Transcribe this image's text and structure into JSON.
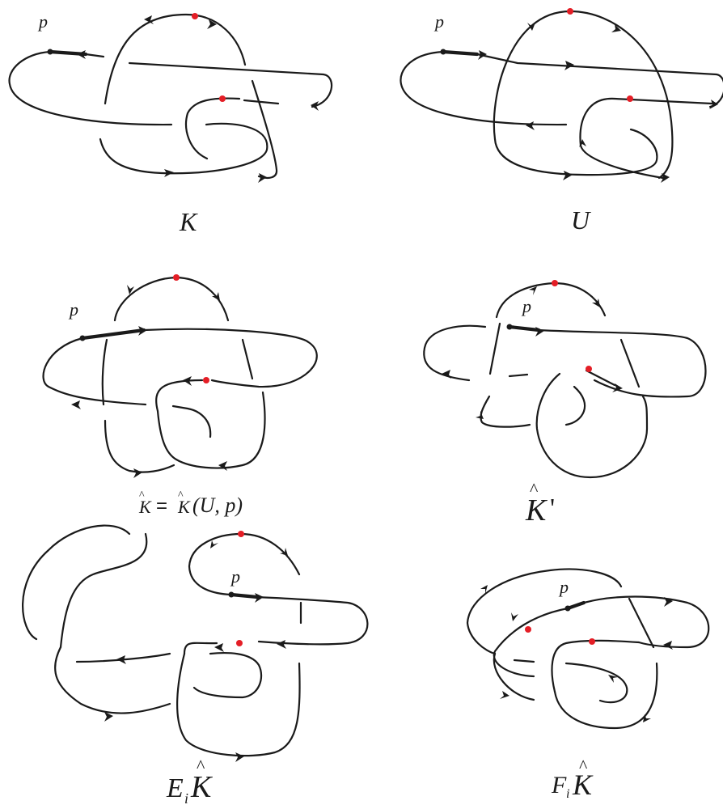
{
  "diagrams": [
    {
      "id": "K",
      "point_label": "p",
      "caption": "K"
    },
    {
      "id": "U",
      "point_label": "p",
      "caption": "U"
    },
    {
      "id": "K_hat",
      "point_label": "p",
      "caption_parts": {
        "lhs": "K",
        "equals": "=",
        "rhs": "K",
        "args": "(U, p)"
      }
    },
    {
      "id": "K_hat_prime",
      "point_label": "p",
      "caption_parts": {
        "main": "K",
        "prime": "'"
      }
    },
    {
      "id": "Ei_K_hat",
      "point_label": "p",
      "caption_parts": {
        "op": "E",
        "sub": "i",
        "main": "K"
      }
    },
    {
      "id": "Fi_K_hat",
      "point_label": "p",
      "caption_parts": {
        "op": "F",
        "sub": "i",
        "main": "K"
      }
    }
  ],
  "hat_symbol": "^",
  "colors": {
    "strand": "#1a1a1a",
    "marker": "#e41e26",
    "basepoint": "#1a1a1a"
  }
}
